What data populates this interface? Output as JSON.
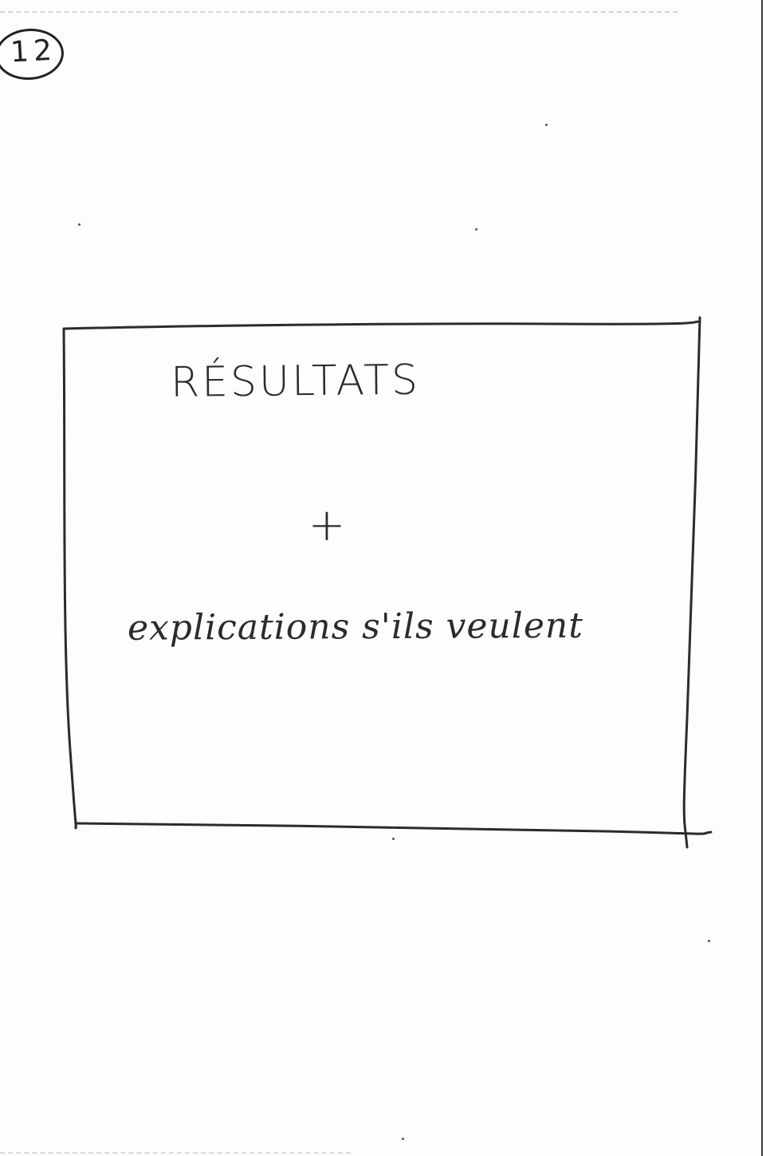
{
  "page_number": "12",
  "frame": {
    "title": "RÉSULTATS",
    "separator": "+",
    "note": "explications s'ils veulent"
  },
  "colors": {
    "paper": "#fdfdfd",
    "ink": "#2b2b2b"
  }
}
